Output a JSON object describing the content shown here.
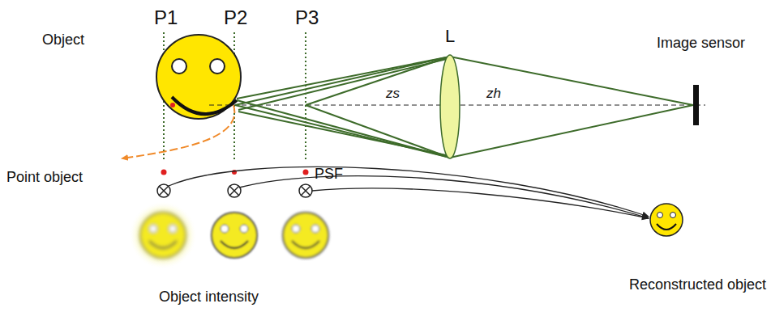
{
  "diagram": {
    "labels": [
      "Object",
      "P1",
      "P2",
      "P3",
      "L",
      "Image sensor",
      "zs",
      "zh",
      "Point object",
      "PSF",
      "Object intensity",
      "Reconstructed object"
    ]
  }
}
